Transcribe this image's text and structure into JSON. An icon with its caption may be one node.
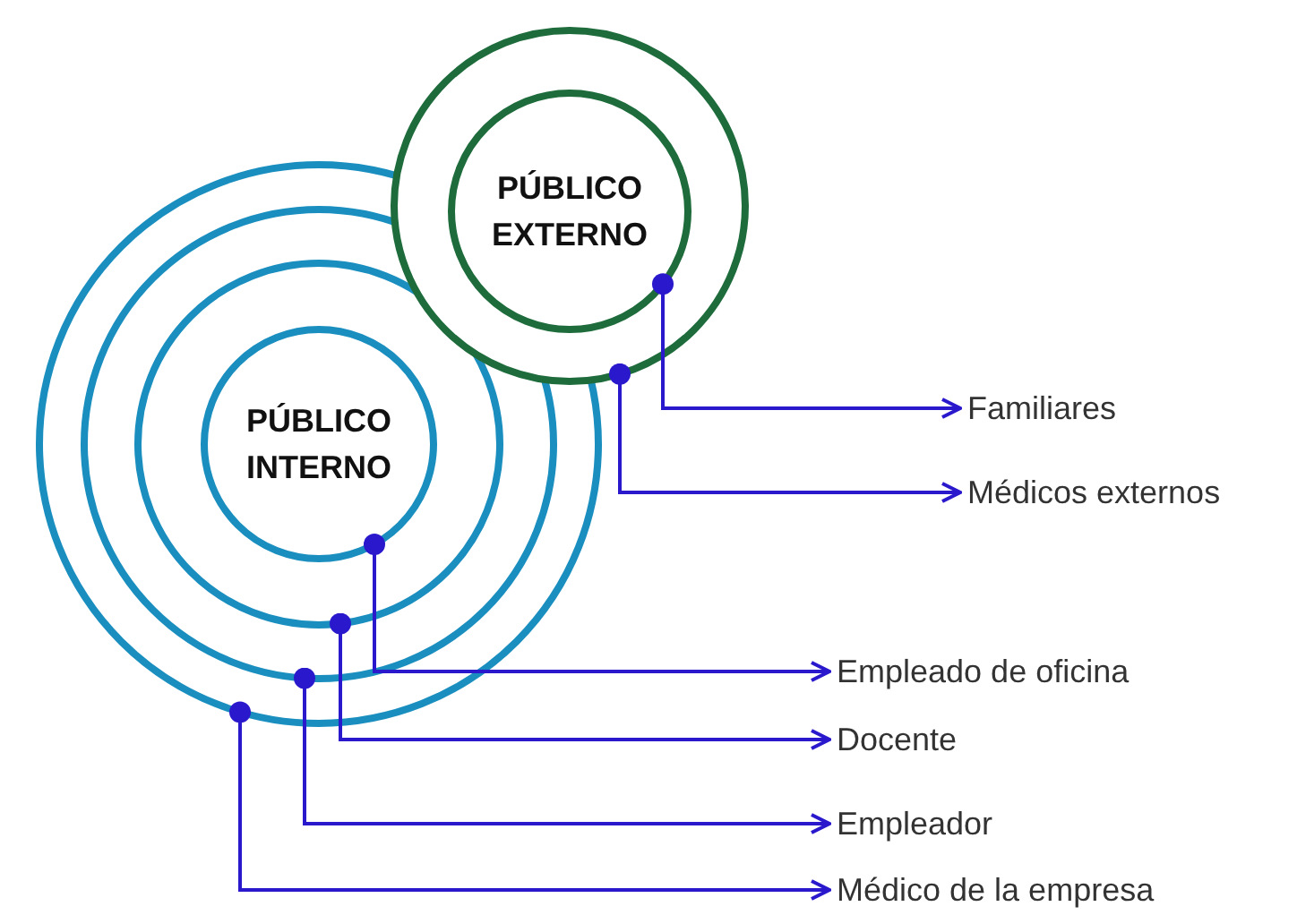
{
  "diagram": {
    "nodes": [
      {
        "text": [],
        "shape": "circle"
      },
      {
        "text": [],
        "shape": "circle",
        "in": 0
      },
      {
        "text": [],
        "shape": "circle",
        "in": 1
      },
      {
        "text": [
          "PÚBLICO INTERNO"
        ],
        "in": 2
      },
      {
        "text": [],
        "shape": "circle"
      },
      {
        "text": [
          "PÚBLICO EXTERNO"
        ],
        "in": 4
      },
      {
        "text": [
          "Familiares"
        ]
      },
      {
        "text": [
          "Médicos externos"
        ]
      },
      {
        "text": [
          "Empleado de oficina"
        ]
      },
      {
        "text": [
          "Docente"
        ]
      },
      {
        "text": [
          "Empleador"
        ]
      },
      {
        "text": [
          "Médico de la empresa"
        ]
      }
    ],
    "edges": [
      {
        "from": 5,
        "to": 6,
        "arrow": "to"
      },
      {
        "from": 4,
        "to": 7,
        "arrow": "to"
      },
      {
        "from": 3,
        "to": 8,
        "arrow": "to"
      },
      {
        "from": 2,
        "to": 9,
        "arrow": "to"
      },
      {
        "from": 1,
        "to": 10,
        "arrow": "to"
      },
      {
        "from": 0,
        "to": 11,
        "arrow": "to"
      }
    ]
  }
}
